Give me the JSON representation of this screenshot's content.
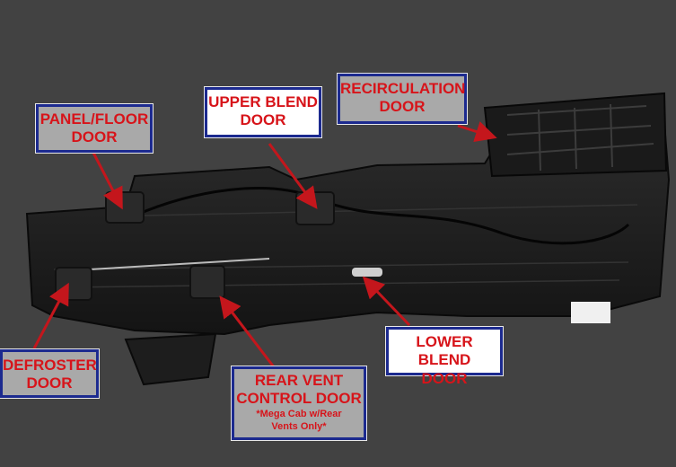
{
  "labels": {
    "recirculation": {
      "line1": "RECIRCULATION",
      "line2": "DOOR"
    },
    "upper_blend": {
      "line1": "UPPER BLEND",
      "line2": "DOOR"
    },
    "panel_floor": {
      "line1": "PANEL/FLOOR",
      "line2": "DOOR"
    },
    "defroster": {
      "line1": "DEFROSTER",
      "line2": "DOOR"
    },
    "rear_vent": {
      "line1": "REAR VENT",
      "line2": "CONTROL DOOR",
      "note1": "*Mega Cab w/Rear",
      "note2": "Vents Only*"
    },
    "lower_blend": {
      "line1": "LOWER BLEND",
      "line2": "DOOR"
    }
  },
  "colors": {
    "label_text": "#d7141a",
    "label_border": "#1c2a8f",
    "label_fill": "#a9a9a9",
    "arrow": "#c4161c",
    "housing": "#1f1f1f"
  }
}
